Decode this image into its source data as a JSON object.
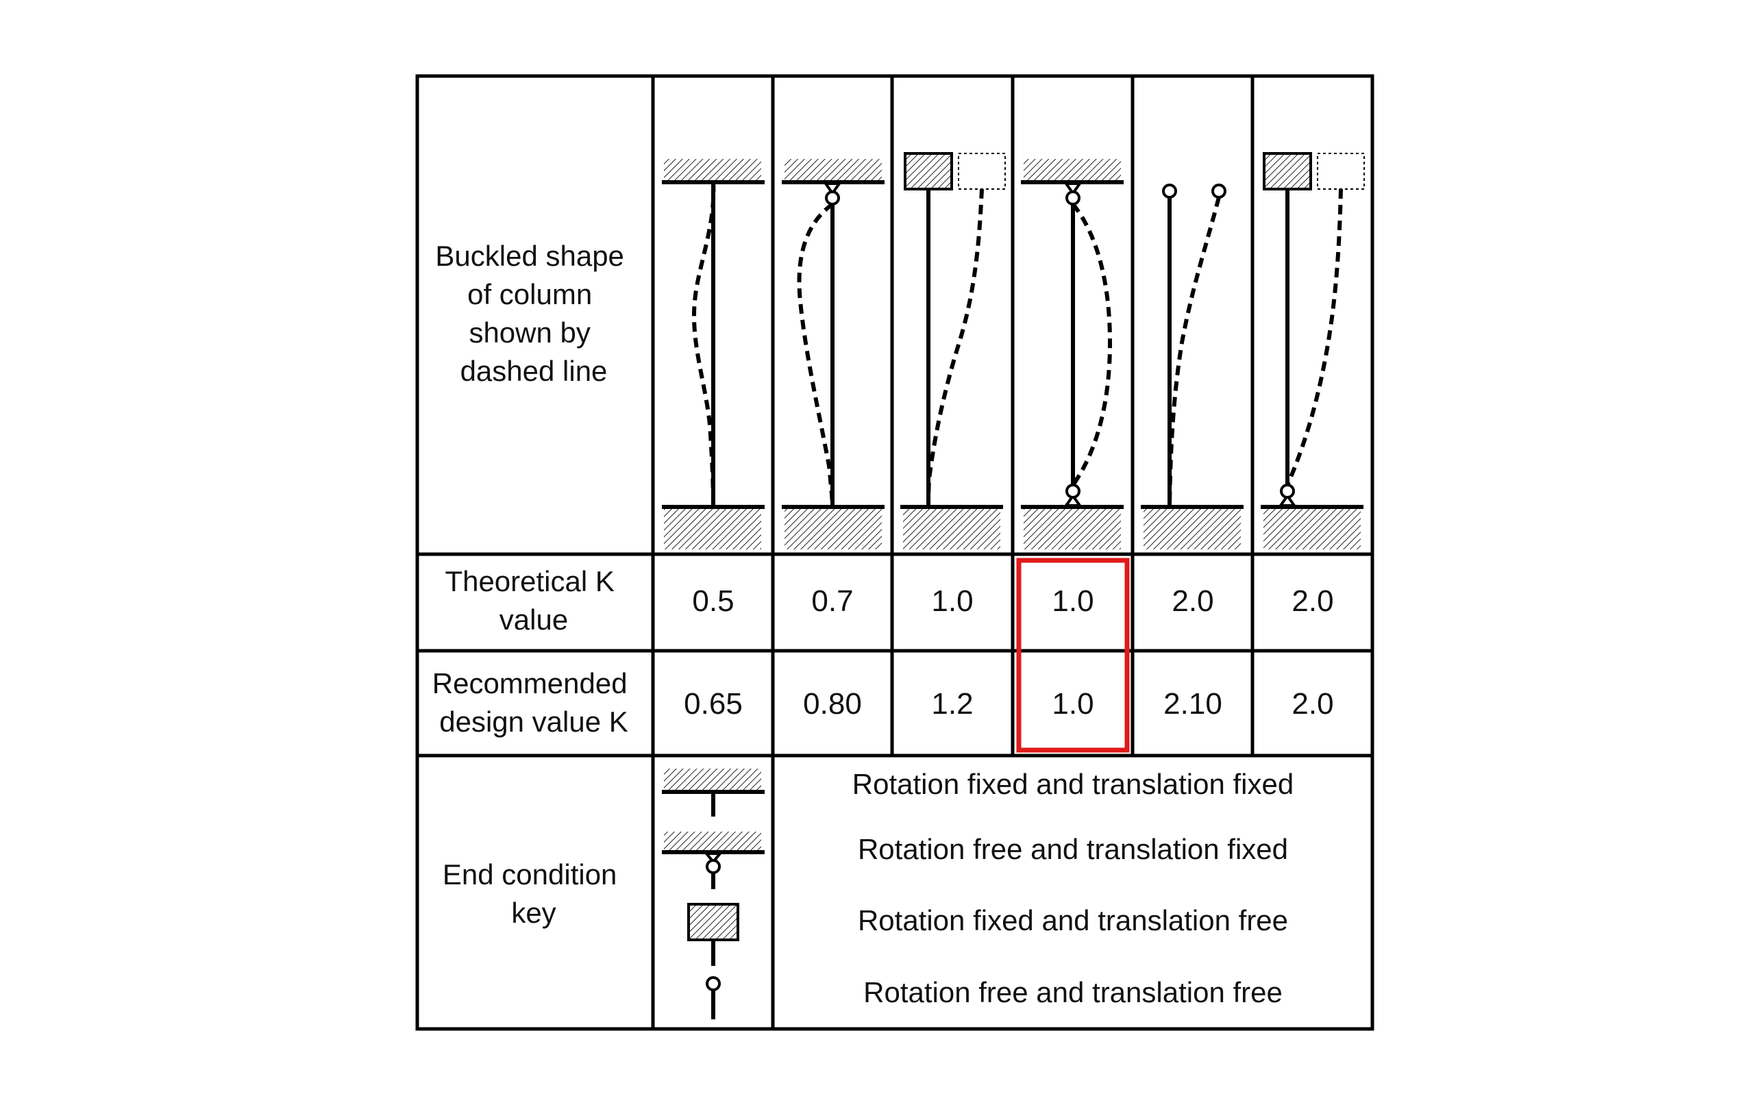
{
  "header_label_lines": [
    "Buckled shape",
    "of column",
    "shown by",
    "dashed line"
  ],
  "theoretical_label_lines": [
    "Theoretical K",
    "value"
  ],
  "recommended_label_lines": [
    "Recommended",
    "design value K"
  ],
  "key_label_lines": [
    "End condition",
    "key"
  ],
  "cases": [
    {
      "theoretical": "0.5",
      "recommended": "0.65"
    },
    {
      "theoretical": "0.7",
      "recommended": "0.80"
    },
    {
      "theoretical": "1.0",
      "recommended": "1.2"
    },
    {
      "theoretical": "1.0",
      "recommended": "1.0"
    },
    {
      "theoretical": "2.0",
      "recommended": "2.10"
    },
    {
      "theoretical": "2.0",
      "recommended": "2.0"
    }
  ],
  "highlighted_case": 4,
  "highlight_color": "#e01b1b",
  "end_condition_key": [
    {
      "symbol": "fixed-support-icon",
      "text": "Rotation fixed and translation fixed"
    },
    {
      "symbol": "pinned-support-icon",
      "text": "Rotation free and translation fixed"
    },
    {
      "symbol": "guided-block-icon",
      "text": "Rotation fixed and translation free"
    },
    {
      "symbol": "free-end-icon",
      "text": "Rotation free and translation free"
    }
  ]
}
